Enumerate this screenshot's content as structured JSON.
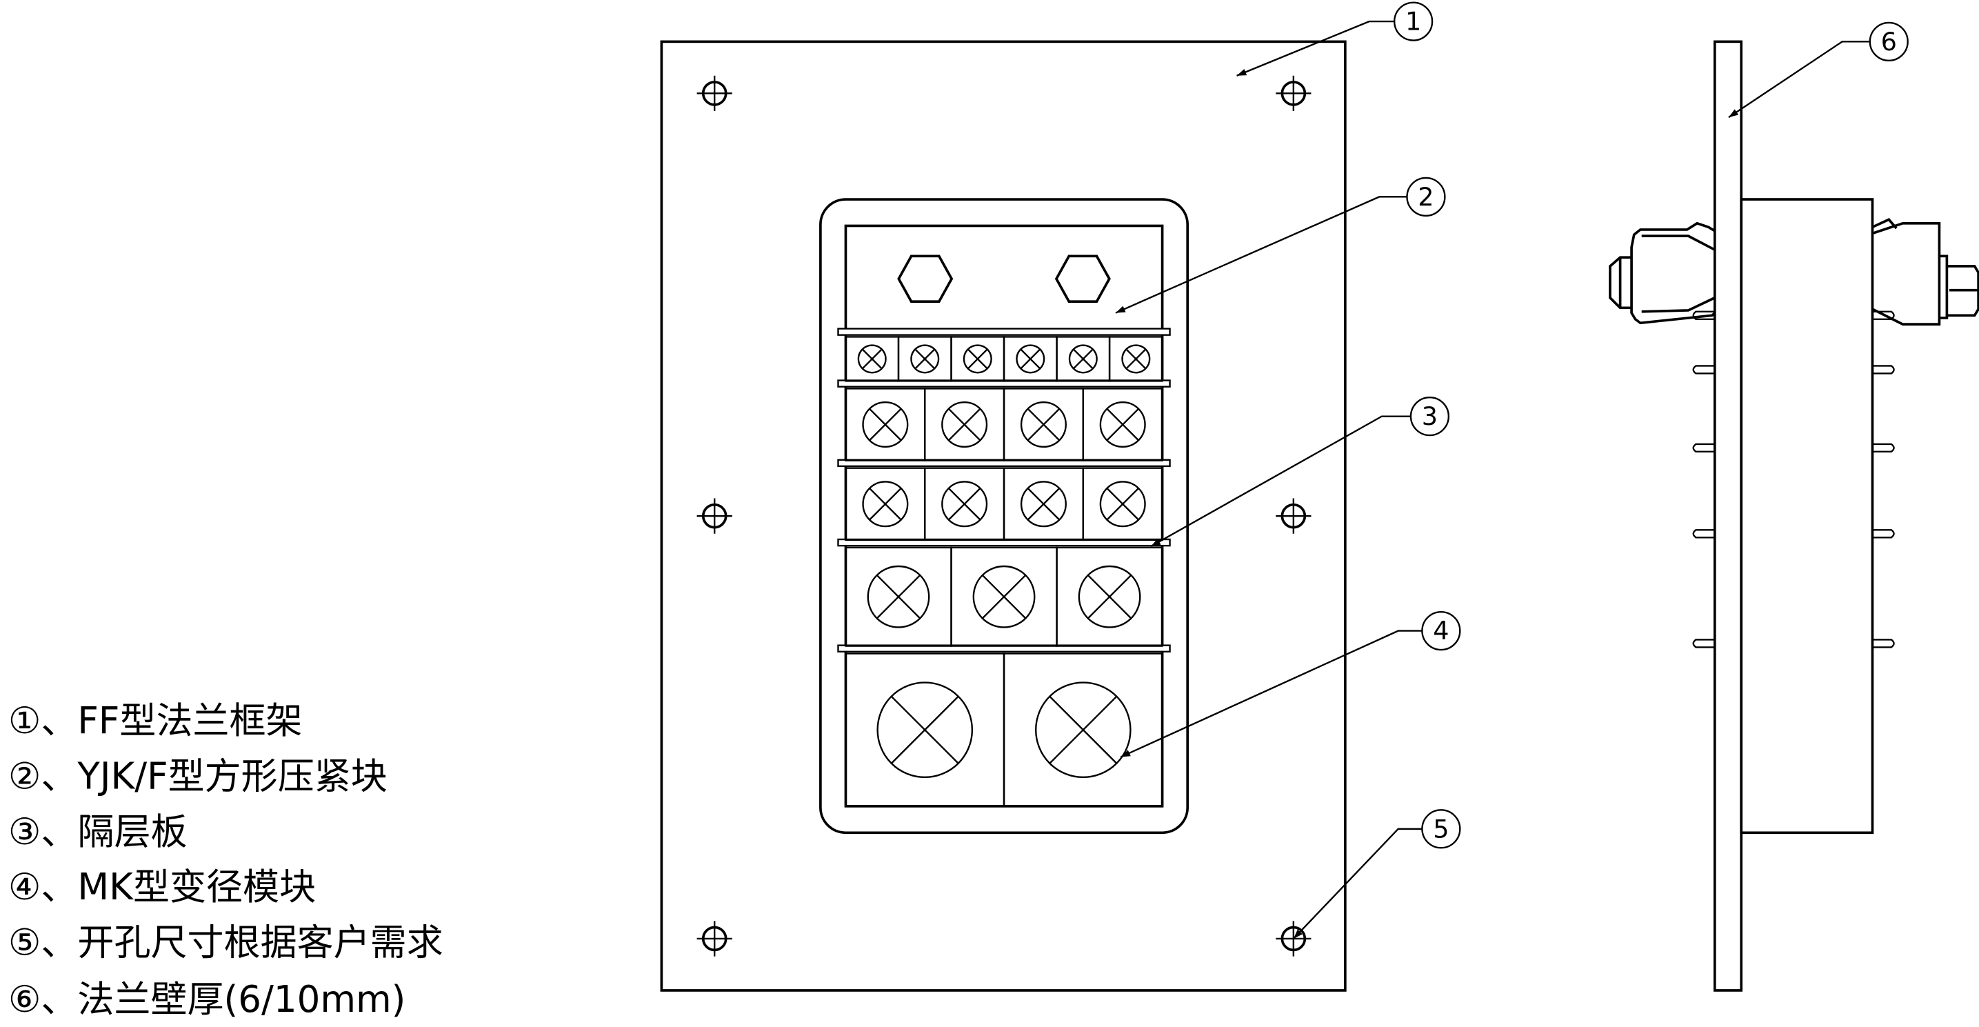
{
  "callouts": [
    "1",
    "2",
    "3",
    "4",
    "5",
    "6"
  ],
  "legend": [
    {
      "num": "①",
      "text": "、FF型法兰框架"
    },
    {
      "num": "②",
      "text": "、YJK/F型方形压紧块"
    },
    {
      "num": "③",
      "text": "、隔层板"
    },
    {
      "num": "④",
      "text": "、MK型变径模块"
    },
    {
      "num": "⑤",
      "text": "、开孔尺寸根据客户需求"
    },
    {
      "num": "⑥",
      "text": "、法兰壁厚(6/10mm)"
    }
  ],
  "module_rows": [
    6,
    4,
    4,
    3,
    2
  ],
  "colors": {
    "line": "#000000",
    "background": "#ffffff"
  }
}
